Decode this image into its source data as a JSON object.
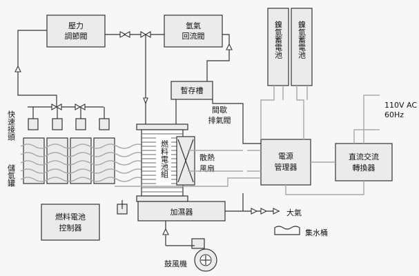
{
  "labels": {
    "pressure_valve_1": "壓力",
    "pressure_valve_2": "調節閥",
    "hydrogen_return_1": "氫氣",
    "hydrogen_return_2": "回流閥",
    "nimh_battery_1": "鎳氫蓄電池",
    "nimh_battery_2": "鎳氫蓄電池",
    "buffer_tank": "暫存槽",
    "intermittent_valve_1": "間歇",
    "intermittent_valve_2": "排氣閥",
    "quick_connector": "快速接頭",
    "storage_tank": "儲氫罐",
    "fuel_cell_stack": "燃料電池組",
    "cooling_fan_1": "散熱",
    "cooling_fan_2": "風扇",
    "power_manager_1": "電源",
    "power_manager_2": "管理器",
    "dc_ac_converter_1": "直流交流",
    "dc_ac_converter_2": "轉換器",
    "ac_output_1": "110V AC",
    "ac_output_2": "60Hz",
    "fuel_cell_controller_1": "燃料電池",
    "fuel_cell_controller_2": "控制器",
    "humidifier": "加濕器",
    "atmosphere": "大氣",
    "water_collector": "集水桶",
    "blower": "鼓風機"
  },
  "colors": {
    "box_fill": "#ebebeb",
    "line": "#333333",
    "signal_line": "#a9a9a9"
  }
}
